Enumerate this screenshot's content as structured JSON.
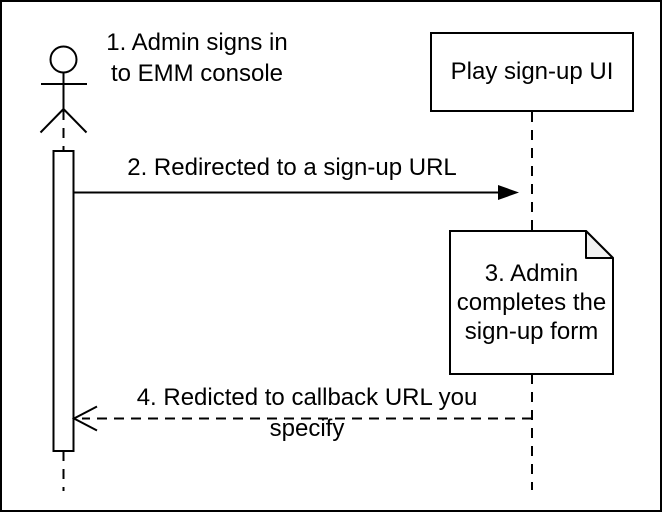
{
  "canvas": {
    "background": "#ffffff",
    "border_color": "#000000",
    "stroke_color": "#000000"
  },
  "actor": {
    "icon": "stick-figure",
    "annotation": "1. Admin signs in\nto EMM console"
  },
  "participant": {
    "label": "Play sign-up UI"
  },
  "messages": [
    {
      "label": "2. Redirected to a sign-up URL",
      "line_style": "solid",
      "arrowhead": "filled",
      "direction": "actor-to-participant"
    },
    {
      "label": "4. Redicted to callback URL you specify",
      "line_style": "dashed",
      "arrowhead": "open",
      "direction": "participant-to-actor"
    }
  ],
  "note": {
    "label": "3. Admin\ncompletes the\nsign-up form",
    "fold_color": "#f2f2f2",
    "fill_color": "#ffffff"
  }
}
